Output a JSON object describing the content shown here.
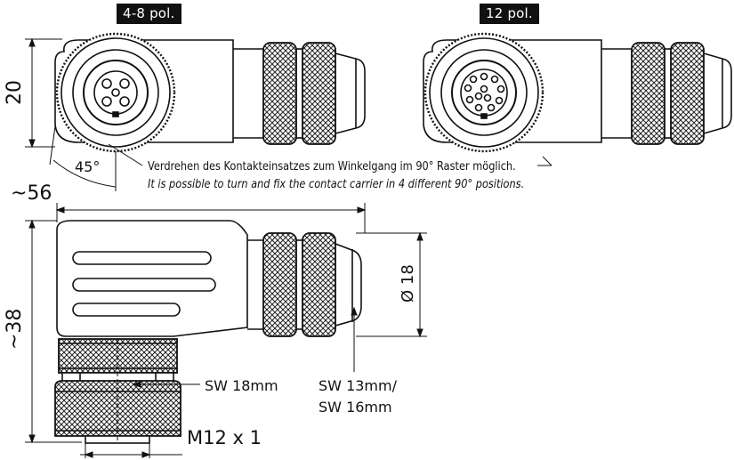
{
  "labels": {
    "pins_4_8": "4-8 pol.",
    "pins_12": "12 pol.",
    "height_20": "20",
    "angle_45": "45°",
    "note_de": "Verdrehen des Kontakteinsatzes zum Winkelgang im 90° Raster möglich.",
    "note_en": "It is possible to turn and fix the contact carrier in 4 different 90° positions.",
    "length_56": "~56",
    "height_38": "~38",
    "diameter_18": "Ø 18",
    "wrench_18": "SW 18mm",
    "wrench_13": "SW 13mm/",
    "wrench_16": "SW 16mm",
    "thread": "M12 x 1"
  }
}
